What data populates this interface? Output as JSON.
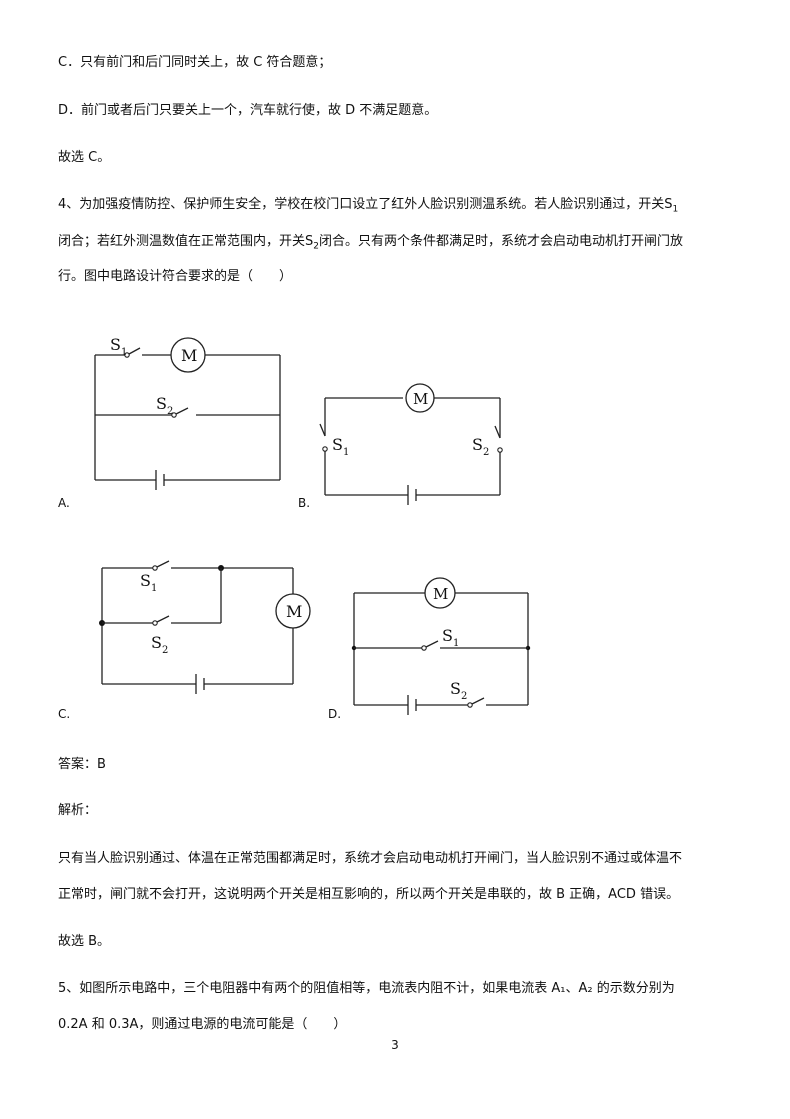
{
  "lines": {
    "c_prev": "C．只有前门和后门同时关上，故 C 符合题意；",
    "d_prev": "D．前门或者后门只要关上一个，汽车就行使，故 D 不满足题意。",
    "sel_prev": "故选 C。",
    "q4_l1": "4、为加强疫情防控、保护师生安全，学校在校门口设立了红外人脸识别测温系统。若人脸识别通过，开关S",
    "q4_l1_sub": "1",
    "q4_l2_a": "闭合；若红外测温数值在正常范围内，开关S",
    "q4_l2_sub": "2",
    "q4_l2_b": "闭合。只有两个条件都满足时，系统才会启动电动机打开闸门放",
    "q4_l3": "行。图中电路设计符合要求的是（　　）",
    "answer": "答案：B",
    "analysis": "解析：",
    "exp_l1": "只有当人脸识别通过、体温在正常范围都满足时，系统才会启动电动机打开闸门，当人脸识别不通过或体温不",
    "exp_l2": "正常时，闸门就不会打开，这说明两个开关是相互影响的，所以两个开关是串联的，故 B 正确，ACD 错误。",
    "sel": "故选 B。",
    "q5_l1": "5、如图所示电路中，三个电阻器中有两个的阻值相等，电流表内阻不计，如果电流表 A₁、A₂ 的示数分别为",
    "q5_l2": "0.2A 和 0.3A，则通过电源的电流可能是（　　）"
  },
  "options": {
    "a": "A.",
    "b": "B.",
    "c": "C.",
    "d": "D."
  },
  "circuit": {
    "motor": "M",
    "s": "S",
    "sub1": "1",
    "sub2": "2"
  },
  "page_number": "3"
}
